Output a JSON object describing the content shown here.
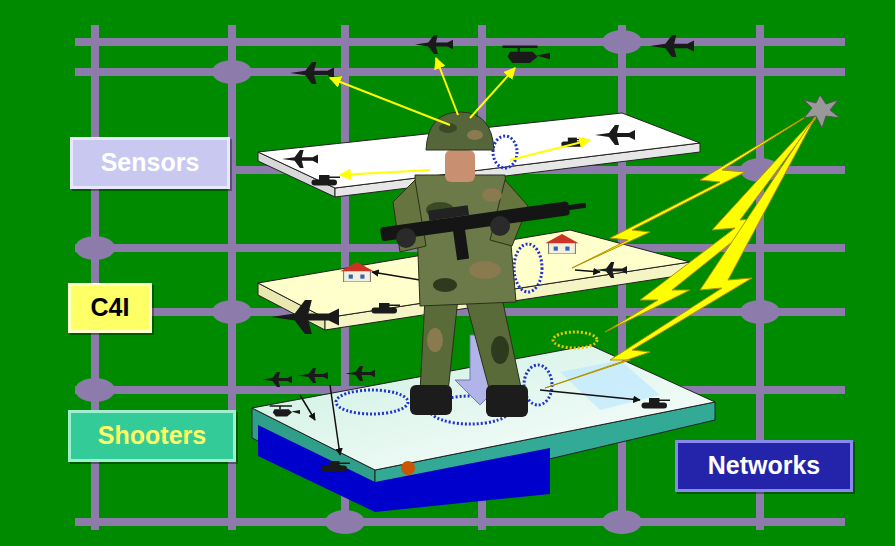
{
  "diagram": {
    "nodes": [
      {
        "text": [
          "Sensors"
        ]
      },
      {
        "text": [
          "C4I"
        ]
      },
      {
        "text": [
          "Shooters"
        ]
      },
      {
        "text": [
          "Networks"
        ]
      }
    ]
  }
}
